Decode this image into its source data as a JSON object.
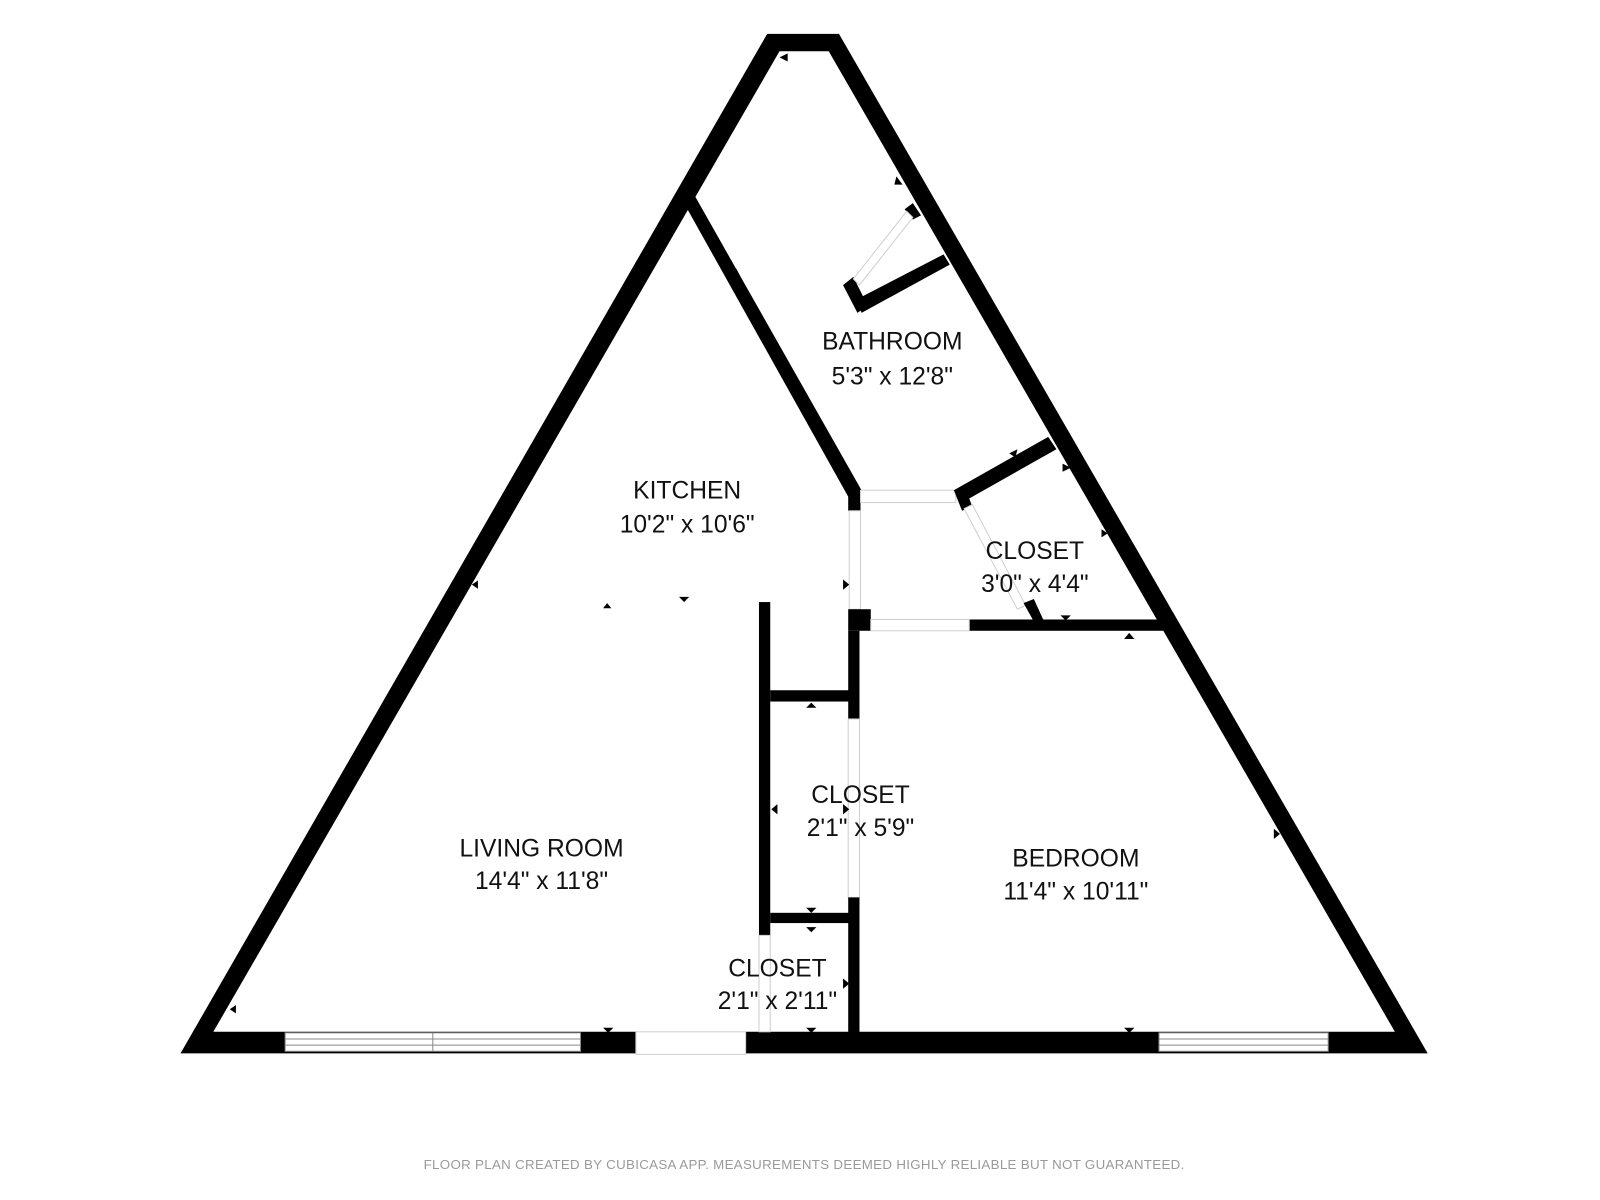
{
  "rooms": [
    {
      "name": "BATHROOM",
      "size": "5'3\" x 12'8\""
    },
    {
      "name": "KITCHEN",
      "size": "10'2\" x 10'6\""
    },
    {
      "name": "CLOSET",
      "size": "3'0\" x 4'4\""
    },
    {
      "name": "CLOSET",
      "size": "2'1\" x 5'9\""
    },
    {
      "name": "LIVING ROOM",
      "size": "14'4\" x 11'8\""
    },
    {
      "name": "BEDROOM",
      "size": "11'4\" x 10'11\""
    },
    {
      "name": "CLOSET",
      "size": "2'1\" x 2'11\""
    }
  ],
  "footer": "FLOOR PLAN CREATED BY CUBICASA APP. MEASUREMENTS DEEMED HIGHLY RELIABLE BUT NOT GUARANTEED."
}
